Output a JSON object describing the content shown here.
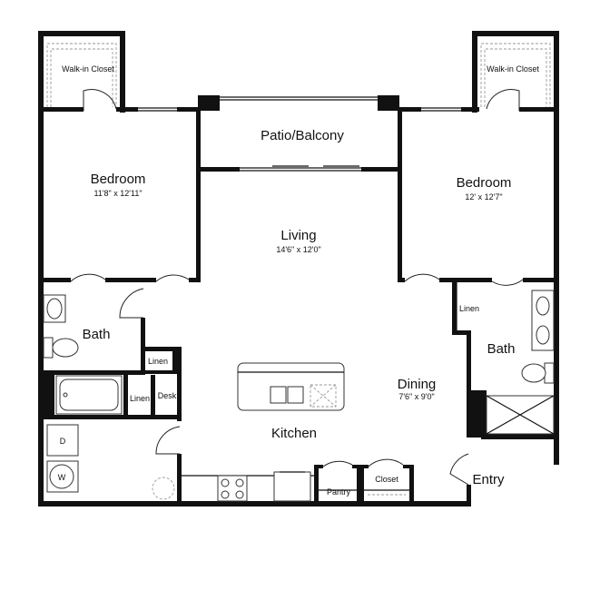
{
  "rooms": {
    "walk_in_closet_left": "Walk-in Closet",
    "walk_in_closet_right": "Walk-in Closet",
    "patio": "Patio/Balcony",
    "bedroom_left": {
      "name": "Bedroom",
      "dims": "11'8\" x 12'11\""
    },
    "bedroom_right": {
      "name": "Bedroom",
      "dims": "12'  x 12'7\""
    },
    "living": {
      "name": "Living",
      "dims": "14'6\" x 12'0\""
    },
    "bath_left": "Bath",
    "bath_right": "Bath",
    "linen_left_upper": "Linen",
    "linen_left_lower": "Linen",
    "linen_right": "Linen",
    "desk": "Desk",
    "dining": {
      "name": "Dining",
      "dims": "7'6\" x 9'0\""
    },
    "kitchen": "Kitchen",
    "pantry": "Pantry",
    "closet": "Closet",
    "entry": "Entry"
  },
  "appliances": {
    "dryer": "D",
    "washer": "W"
  }
}
